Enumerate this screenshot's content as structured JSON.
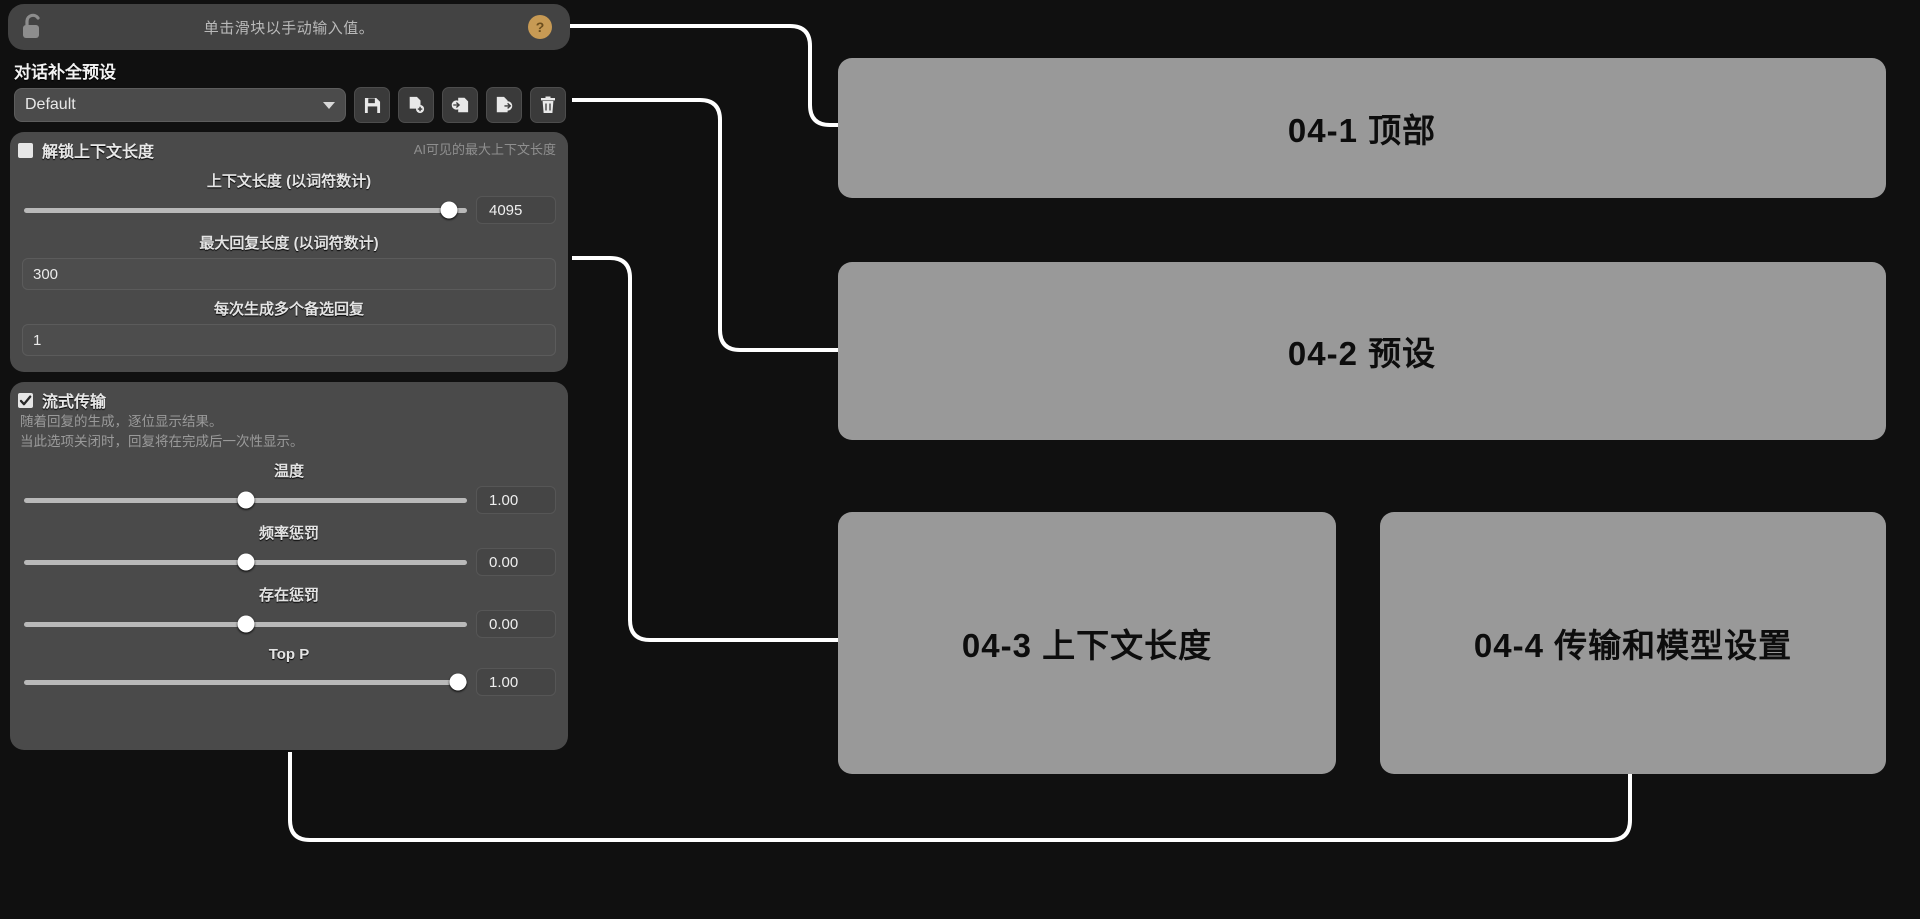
{
  "topbar": {
    "lock_icon": "unlock-icon",
    "hint": "单击滑块以手动输入值。",
    "help_badge": "?"
  },
  "preset": {
    "title": "对话补全预设",
    "selected": "Default",
    "dropdown_icon": "chevron-down-icon",
    "buttons": [
      {
        "name": "save-preset-button",
        "icon": "floppy-save-icon",
        "label": ""
      },
      {
        "name": "new-preset-button",
        "icon": "file-plus-icon",
        "label": ""
      },
      {
        "name": "import-preset-button",
        "icon": "file-import-icon",
        "label": ""
      },
      {
        "name": "export-preset-button",
        "icon": "file-export-icon",
        "label": ""
      },
      {
        "name": "delete-preset-button",
        "icon": "trash-icon",
        "label": ""
      }
    ]
  },
  "context": {
    "unlock_label": "解锁上下文长度",
    "unlock_checked": false,
    "hint_right": "AI可见的最大上下文长度",
    "context_length_label": "上下文长度 (以词符数计)",
    "context_length_value": "4095",
    "context_length_percent": 96,
    "max_reply_label": "最大回复长度 (以词符数计)",
    "max_reply_value": "300",
    "candidates_label": "每次生成多个备选回复",
    "candidates_value": "1"
  },
  "streaming": {
    "label": "流式传输",
    "checked": true,
    "desc_line1": "随着回复的生成，逐位显示结果。",
    "desc_line2": "当此选项关闭时，回复将在完成后一次性显示。",
    "sliders": [
      {
        "label": "温度",
        "value": "1.00",
        "percent": 50
      },
      {
        "label": "频率惩罚",
        "value": "0.00",
        "percent": 50
      },
      {
        "label": "存在惩罚",
        "value": "0.00",
        "percent": 50
      },
      {
        "label": "Top P",
        "value": "1.00",
        "percent": 98
      }
    ]
  },
  "callouts": [
    {
      "id": "callout-1",
      "label": "04-1 顶部"
    },
    {
      "id": "callout-2",
      "label": "04-2 预设"
    },
    {
      "id": "callout-3",
      "label": "04-3 上下文长度"
    },
    {
      "id": "callout-4",
      "label": "04-4 传输和模型设置"
    }
  ]
}
